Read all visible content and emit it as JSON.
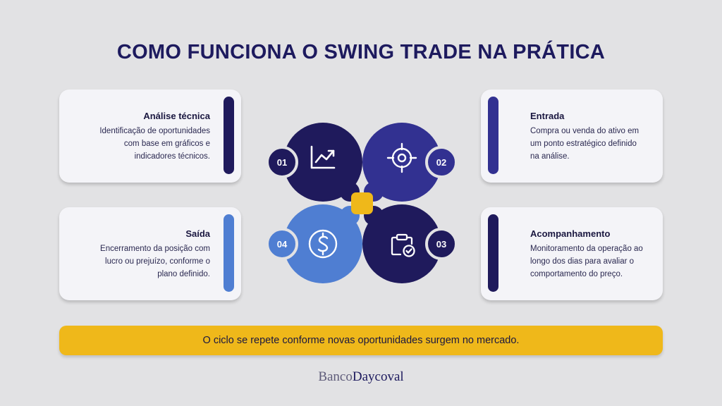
{
  "title": "COMO FUNCIONA O SWING TRADE NA PRÁTICA",
  "colors": {
    "navy": "#1f1a5c",
    "indigo": "#323191",
    "blue": "#4f7ed2",
    "yellow": "#efb81a",
    "background": "#e2e2e4"
  },
  "steps": [
    {
      "number": "01",
      "title": "Análise técnica",
      "lines": [
        "Identificação de oportunidades",
        "com base em gráficos e",
        "indicadores técnicos."
      ],
      "icon": "chart-up-icon",
      "color": "#1f1a5c"
    },
    {
      "number": "02",
      "title": "Entrada",
      "lines": [
        "Compra ou venda do ativo em",
        "um ponto estratégico definido",
        "na análise."
      ],
      "icon": "target-icon",
      "color": "#323191"
    },
    {
      "number": "03",
      "title": "Acompanhamento",
      "lines": [
        "Monitoramento da operação ao",
        "longo dos dias para avaliar o",
        "comportamento do preço."
      ],
      "icon": "clipboard-check-icon",
      "color": "#1f1a5c"
    },
    {
      "number": "04",
      "title": "Saída",
      "lines": [
        "Encerramento da posição com",
        "lucro ou prejuízo, conforme o",
        "plano definido."
      ],
      "icon": "dollar-icon",
      "color": "#4f7ed2"
    }
  ],
  "banner": "O ciclo se repete conforme novas oportunidades surgem no mercado.",
  "logo": {
    "part1": "Banco",
    "part2": "Daycoval"
  }
}
